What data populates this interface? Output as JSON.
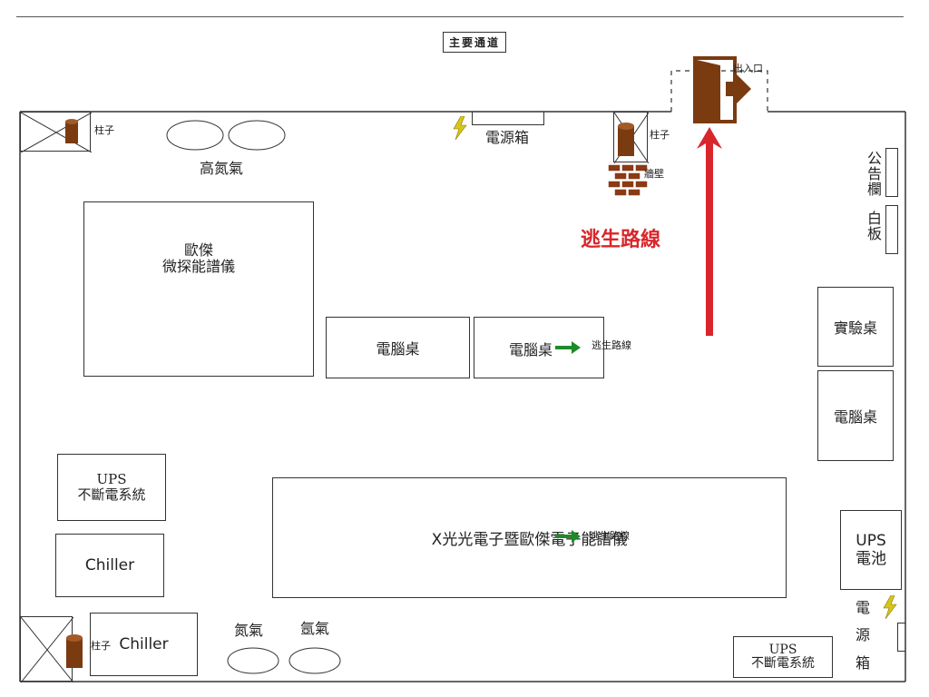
{
  "corridor_label": "主要通道",
  "labels": {
    "pillar": "柱子",
    "power_box": "電源箱",
    "power_box_vertical": [
      "電",
      "源",
      "箱"
    ],
    "wall": "牆壁",
    "bulletin": "公告欄",
    "whiteboard": "白板",
    "exit": "出入口",
    "escape_route": "逃生路線",
    "high_pressure_gas": "高氮氣",
    "oupai_line1": "歐傑",
    "oupai_line2": "微探能譜儀",
    "computer_desk": "電腦桌",
    "lab_desk": "實驗桌",
    "ups_line1": "UPS",
    "ups_line2": "不斷電系統",
    "chiller": "Chiller",
    "ups_battery_line1": "UPS",
    "ups_battery_line2": "電池",
    "xray_spectrometer": "X光光電子暨歐傑電子能譜儀",
    "nitrogen": "氮氣",
    "argon": "氬氣"
  },
  "colors": {
    "escape_main": "#d9262b",
    "escape_small": "#1f8a2a",
    "door": "#7a3b10",
    "pillar": "#7a3b10",
    "brick": "#8a3a14",
    "lightning": "#d8c51c",
    "outline": "#333333"
  },
  "icons": [
    "door-exit-icon",
    "pillar-icon",
    "brick-wall-icon",
    "lightning-icon",
    "arrow-up-icon",
    "arrow-right-icon"
  ]
}
